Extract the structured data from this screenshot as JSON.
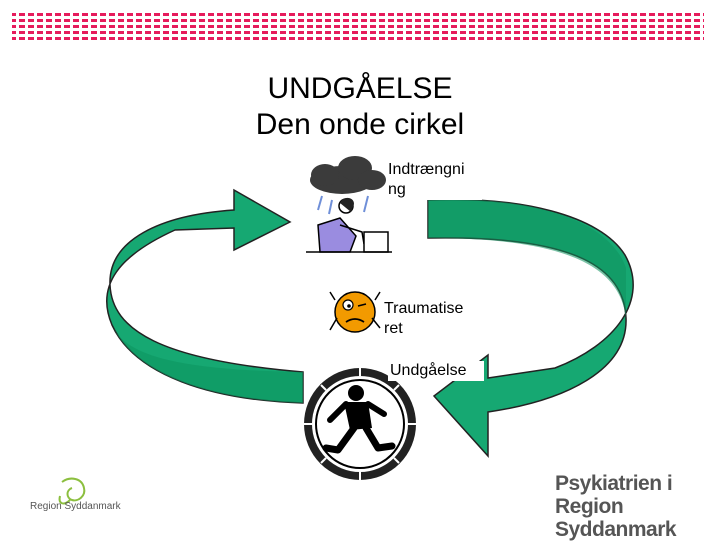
{
  "slide": {
    "title_line1": "UNDGÅELSE",
    "title_line2": "Den onde cirkel"
  },
  "diagram": {
    "nodes": [
      {
        "label": "Indtrængni ng",
        "icon": "rain-cloud-person-icon"
      },
      {
        "label": "Traumatise ret",
        "icon": "worried-face-icon"
      },
      {
        "label": "Undgåelse",
        "icon": "running-figure-wheel-icon"
      }
    ],
    "arrow_color": "#1eaa78",
    "arrow_dark": "#0f7a55"
  },
  "footer": {
    "left_logo_text": "Region Syddanmark",
    "right_logo_line1": "Psykiatrien i",
    "right_logo_line2": "Region Syddanmark"
  },
  "colors": {
    "top_bar": "#e61b5c",
    "logo_green": "#8cbf3f"
  }
}
